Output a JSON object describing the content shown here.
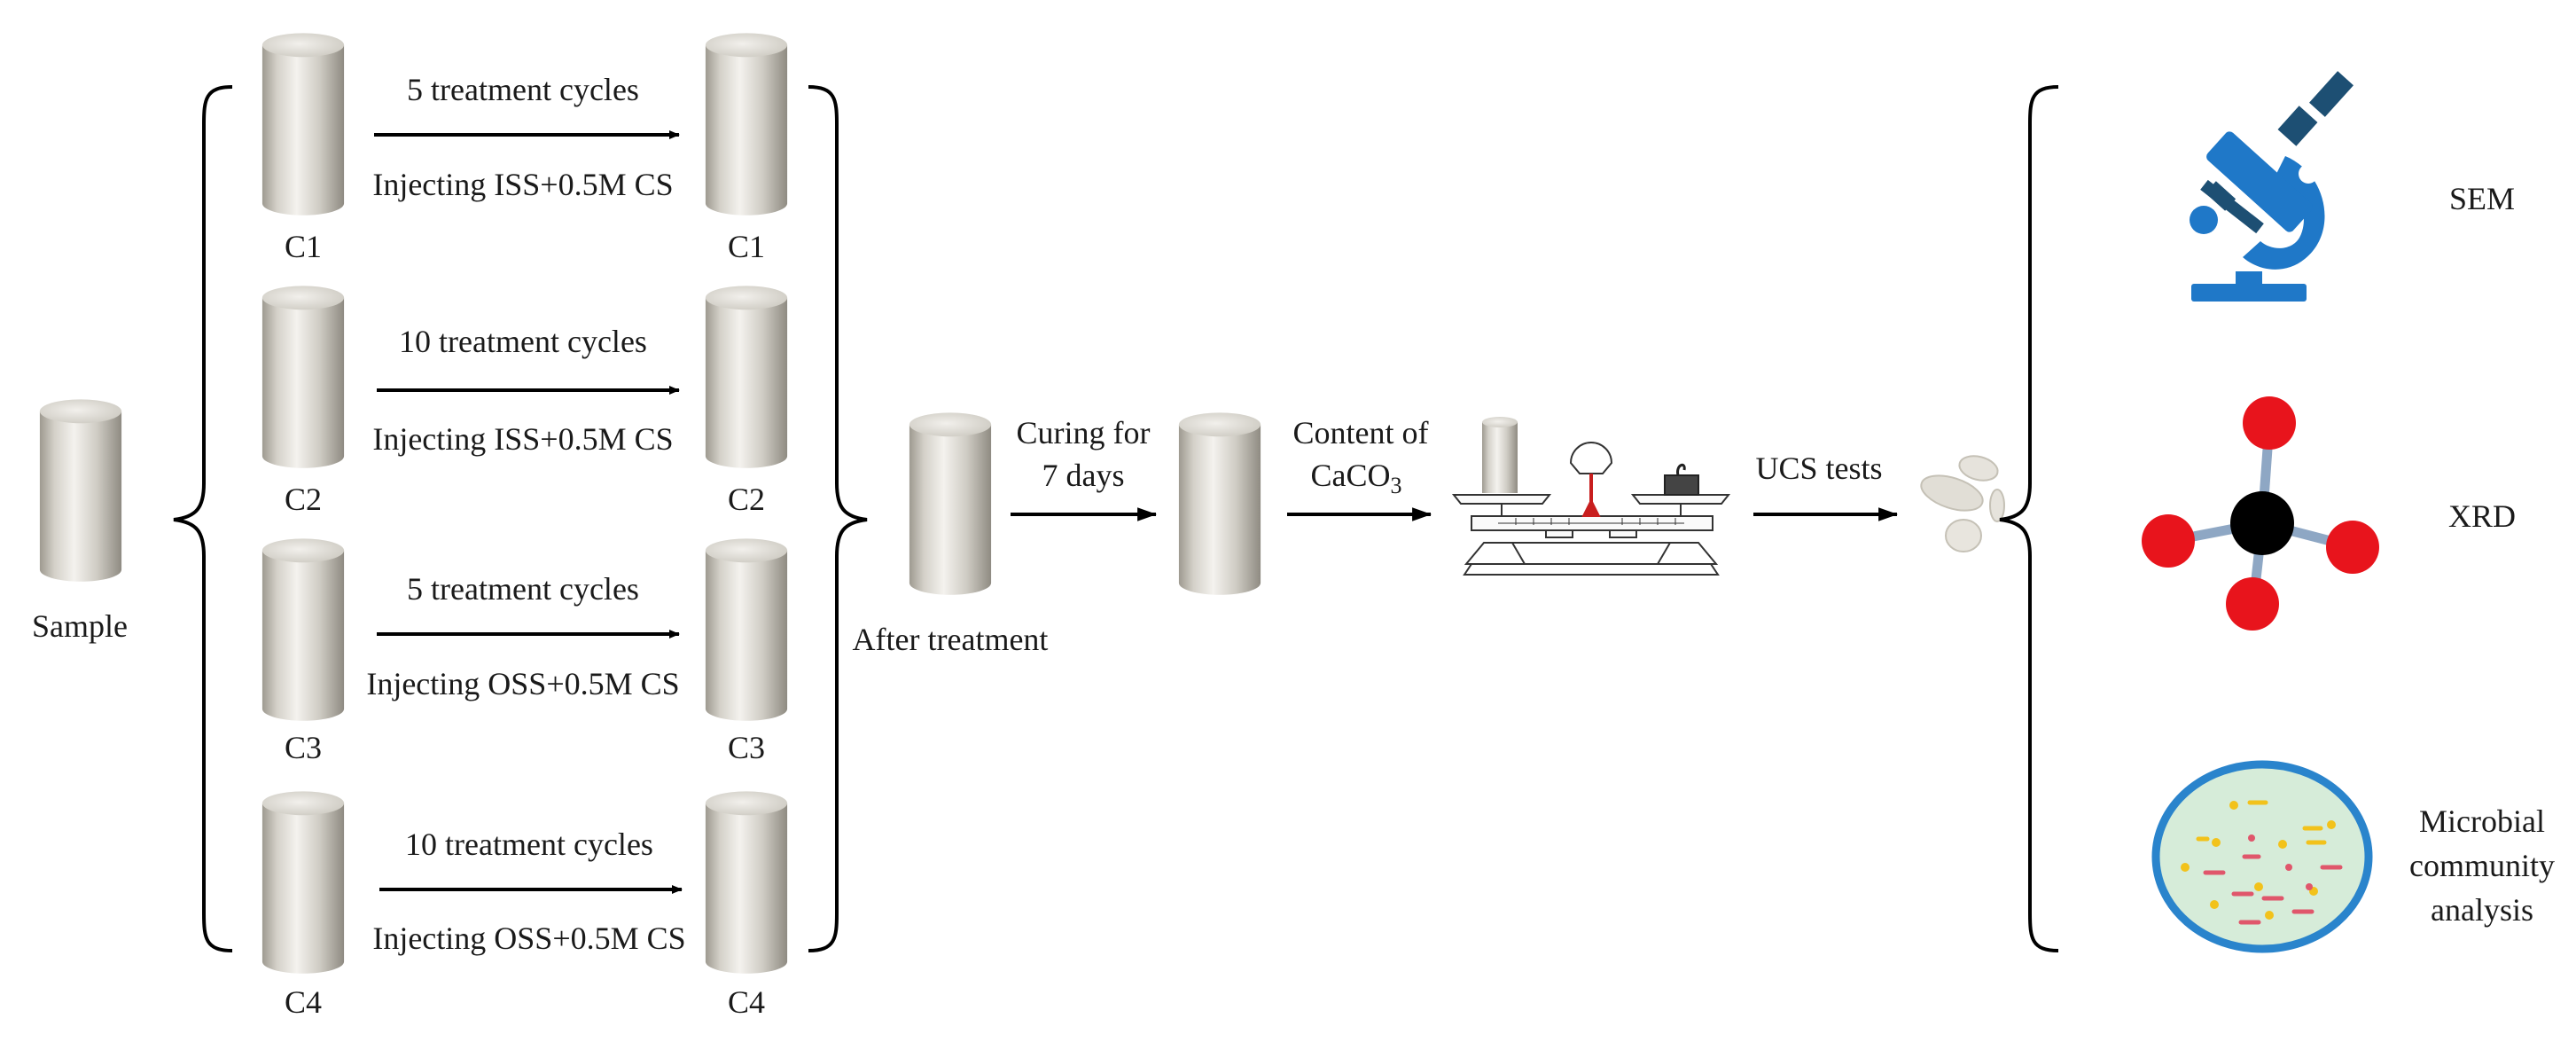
{
  "sample_label": "Sample",
  "groups": [
    {
      "id": "C1",
      "cycles": "5 treatment cycles",
      "injection": "Injecting ISS+0.5M CS"
    },
    {
      "id": "C2",
      "cycles": "10 treatment cycles",
      "injection": "Injecting ISS+0.5M CS"
    },
    {
      "id": "C3",
      "cycles": "5 treatment cycles",
      "injection": "Injecting OSS+0.5M CS"
    },
    {
      "id": "C4",
      "cycles": "10 treatment cycles",
      "injection": "Injecting OSS+0.5M CS"
    }
  ],
  "after_treatment_label": "After treatment",
  "curing_line1": "Curing for",
  "curing_line2": "7 days",
  "content_line1": "Content of",
  "content_line2": "CaCO",
  "content_subscript": "3",
  "ucs_label": "UCS tests",
  "analyses": {
    "sem": "SEM",
    "xrd": "XRD",
    "micro_line1": "Microbial",
    "micro_line2": "community",
    "micro_line3": "analysis"
  },
  "icons": {
    "cylinder": "cylinder-sample-icon",
    "balance": "balance-scale-icon",
    "fragments": "sample-fragments-icon",
    "microscope": "microscope-icon",
    "molecule": "carbonate-molecule-icon",
    "petri": "petri-dish-icon"
  },
  "colors": {
    "microscope_blue": "#1f78c8",
    "microscope_dark": "#1d4f73",
    "oxygen_red": "#e8141c",
    "petri_ring": "#2a84cc",
    "petri_fill": "#d6ecd9"
  }
}
